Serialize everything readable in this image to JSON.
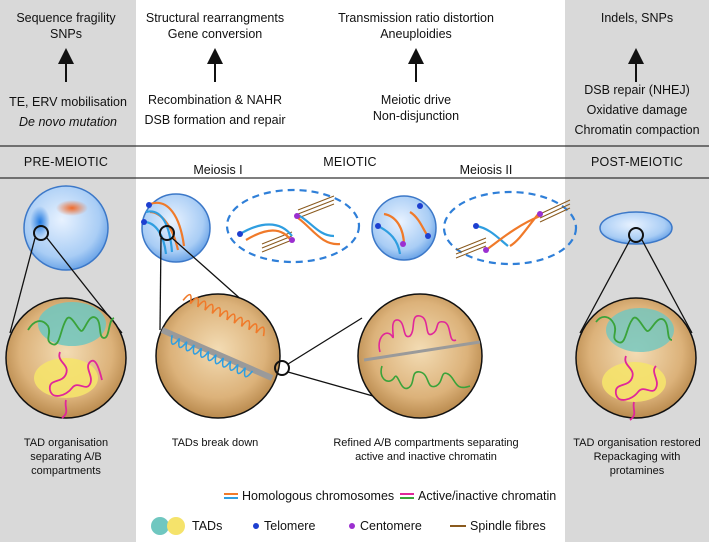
{
  "consequences": {
    "pre": [
      "Sequence fragility",
      "SNPs"
    ],
    "meiosis1": [
      "Structural rearrangments",
      "Gene conversion"
    ],
    "meiosis2": [
      "Transmission ratio distortion",
      "Aneuploidies"
    ],
    "post": "Indels, SNPs"
  },
  "mechanisms": {
    "pre_line1": "TE, ERV mobilisation",
    "pre_line2": "De novo mutation",
    "meiosis1": [
      "Recombination & NAHR",
      "DSB formation and repair"
    ],
    "meiosis2": [
      "Meiotic drive",
      "Non-disjunction"
    ],
    "post": [
      "DSB repair (NHEJ)",
      "Oxidative damage",
      "Chromatin compaction"
    ]
  },
  "stages": {
    "pre": "PRE-MEIOTIC",
    "meiotic": "MEIOTIC",
    "post": "POST-MEIOTIC",
    "meiosis1": "Meiosis I",
    "meiosis2": "Meiosis II"
  },
  "captions": {
    "pre": [
      "TAD organisation",
      "separating A/B",
      "compartments"
    ],
    "meiosis1": "TADs break down",
    "meiosis2": [
      "Refined A/B compartments separating",
      "active and inactive chromatin"
    ],
    "post": [
      "TAD organisation restored",
      "Repackaging with",
      "protamines"
    ]
  },
  "legend": {
    "homologous": "Homologous chromosomes",
    "active_inactive": "Active/inactive chromatin",
    "tads": "TADs",
    "telomere": "Telomere",
    "centromere": "Centomere",
    "spindle": "Spindle fibres"
  },
  "colors": {
    "panel_grey": "#d9d9d9",
    "homolog_orange": "#f07a2a",
    "homolog_blue": "#2f9ee0",
    "active_pink": "#e0279a",
    "inactive_green": "#3aa33a",
    "tad_teal": "#6fc7c0",
    "tad_yellow": "#f5e36b",
    "telomere_blue": "#1d3fd0",
    "centromere_purple": "#9b2fd0",
    "spindle_brown": "#8a5a1e",
    "nucleus_tan": "#d7b27a",
    "cell_blue": "#8fbff0"
  }
}
